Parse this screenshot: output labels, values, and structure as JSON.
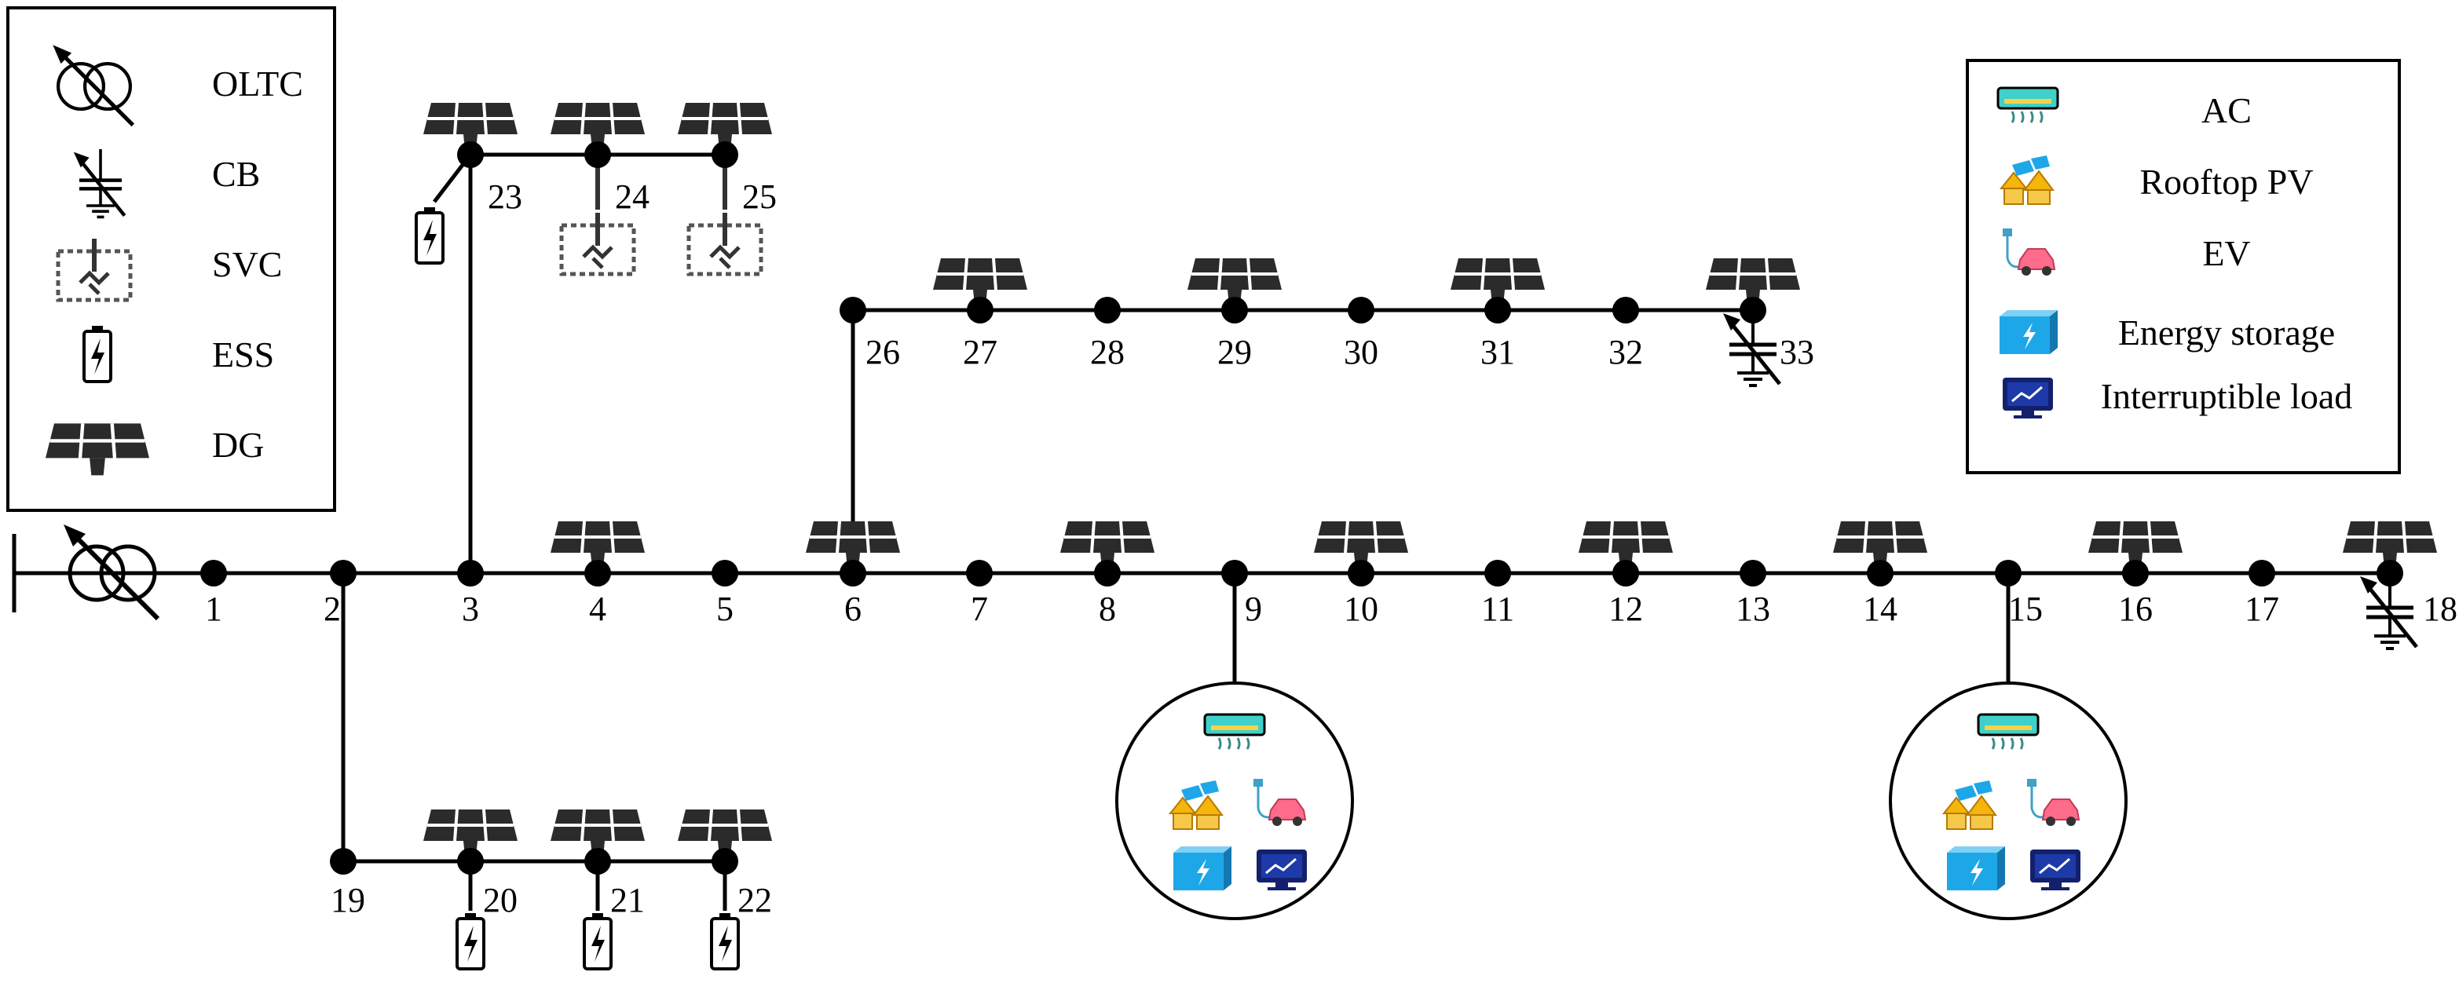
{
  "buses": [
    "1",
    "2",
    "3",
    "4",
    "5",
    "6",
    "7",
    "8",
    "9",
    "10",
    "11",
    "12",
    "13",
    "14",
    "15",
    "16",
    "17",
    "18",
    "19",
    "20",
    "21",
    "22",
    "23",
    "24",
    "25",
    "26",
    "27",
    "28",
    "29",
    "30",
    "31",
    "32",
    "33"
  ],
  "legend_left": {
    "items": [
      {
        "icon": "oltc-icon",
        "label": "OLTC"
      },
      {
        "icon": "cb-icon",
        "label": "CB"
      },
      {
        "icon": "svc-icon",
        "label": "SVC"
      },
      {
        "icon": "ess-icon",
        "label": "ESS"
      },
      {
        "icon": "dg-icon",
        "label": "DG"
      }
    ]
  },
  "legend_right": {
    "items": [
      {
        "icon": "ac-icon",
        "label": "AC"
      },
      {
        "icon": "rooftop-pv-icon",
        "label": "Rooftop PV"
      },
      {
        "icon": "ev-icon",
        "label": "EV"
      },
      {
        "icon": "energy-storage-icon",
        "label": "Energy storage"
      },
      {
        "icon": "interruptible-load-icon",
        "label": "Interruptible load"
      }
    ]
  },
  "dg_buses": [
    "4",
    "6",
    "8",
    "10",
    "12",
    "14",
    "16",
    "18",
    "20",
    "21",
    "22",
    "23",
    "24",
    "25",
    "27",
    "29",
    "31",
    "33"
  ],
  "ess_buses": [
    "20",
    "21",
    "22",
    "23"
  ],
  "svc_buses": [
    "24",
    "25"
  ],
  "cb_buses": [
    "18",
    "33"
  ],
  "microgrid_buses": [
    "9",
    "15"
  ],
  "colors": {
    "line": "#000000",
    "panel": "#2b2b2b",
    "ac": "#3fd0c9",
    "pv": "#f5b50a",
    "ev": "#ff6b8a",
    "storage": "#1ea7e8",
    "load": "#13206e"
  }
}
